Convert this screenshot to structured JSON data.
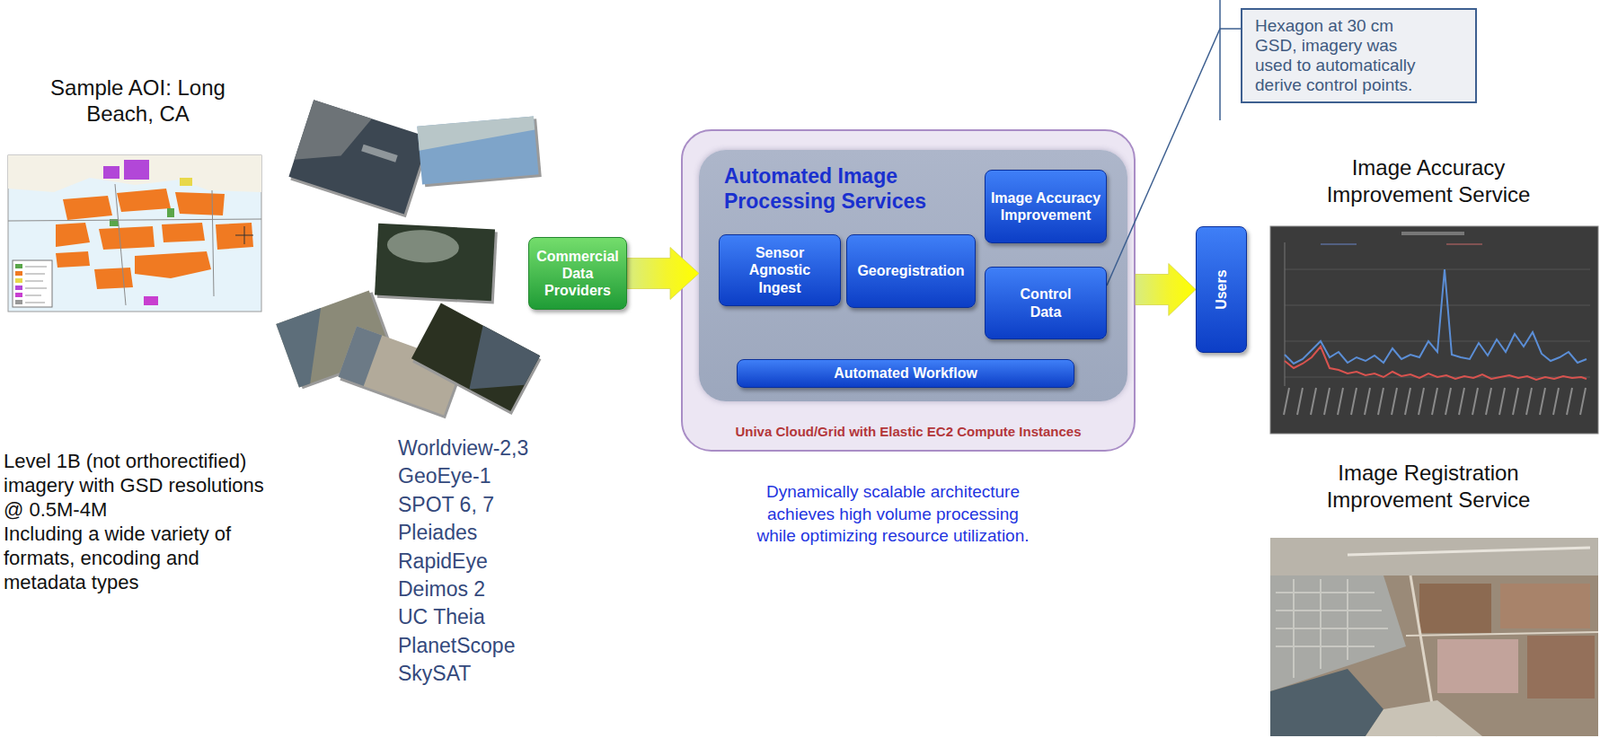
{
  "diagram": {
    "nodes": [
      {
        "text": [
          "Commercial Data Providers"
        ]
      },
      {
        "text": [
          "Univa Cloud/Grid with Elastic EC2 Compute Instances"
        ]
      },
      {
        "text": [
          "Automated Image Processing Services"
        ],
        "in": 1
      },
      {
        "text": [
          "Sensor Agnostic Ingest"
        ],
        "in": 2
      },
      {
        "text": [
          "Georegistration"
        ],
        "in": 2
      },
      {
        "text": [
          "Image Accuracy Improvement"
        ],
        "in": 2
      },
      {
        "text": [
          "Control Data"
        ],
        "in": 2
      },
      {
        "text": [
          "Automated Workflow"
        ],
        "in": 2
      },
      {
        "text": [
          "Hexagon at 30 cm GSD, imagery was used to automatically derive control points."
        ]
      },
      {
        "text": [
          "Users"
        ]
      }
    ],
    "edges": [
      {
        "from": 0,
        "to": 2,
        "arrow": "to"
      },
      {
        "from": 1,
        "to": 9,
        "arrow": "to"
      },
      {
        "from": 8,
        "to": 6,
        "arrow": "none"
      }
    ],
    "labels": [
      "Sample AOI: Long Beach, CA",
      "Level 1B (not orthorectified) imagery with GSD resolutions @ 0.5M-4M",
      "Including a wide variety of formats, encoding and metadata types",
      "Worldview-2,3",
      "GeoEye-1",
      "SPOT 6, 7",
      "Pleiades",
      "RapidEye",
      "Deimos 2",
      "UC Theia",
      "PlanetScope",
      "SkySAT",
      "Dynamically scalable architecture achieves high volume processing while optimizing resource utilization.",
      "Image Accuracy Improvement Service",
      "Image Registration Improvement Service"
    ]
  }
}
